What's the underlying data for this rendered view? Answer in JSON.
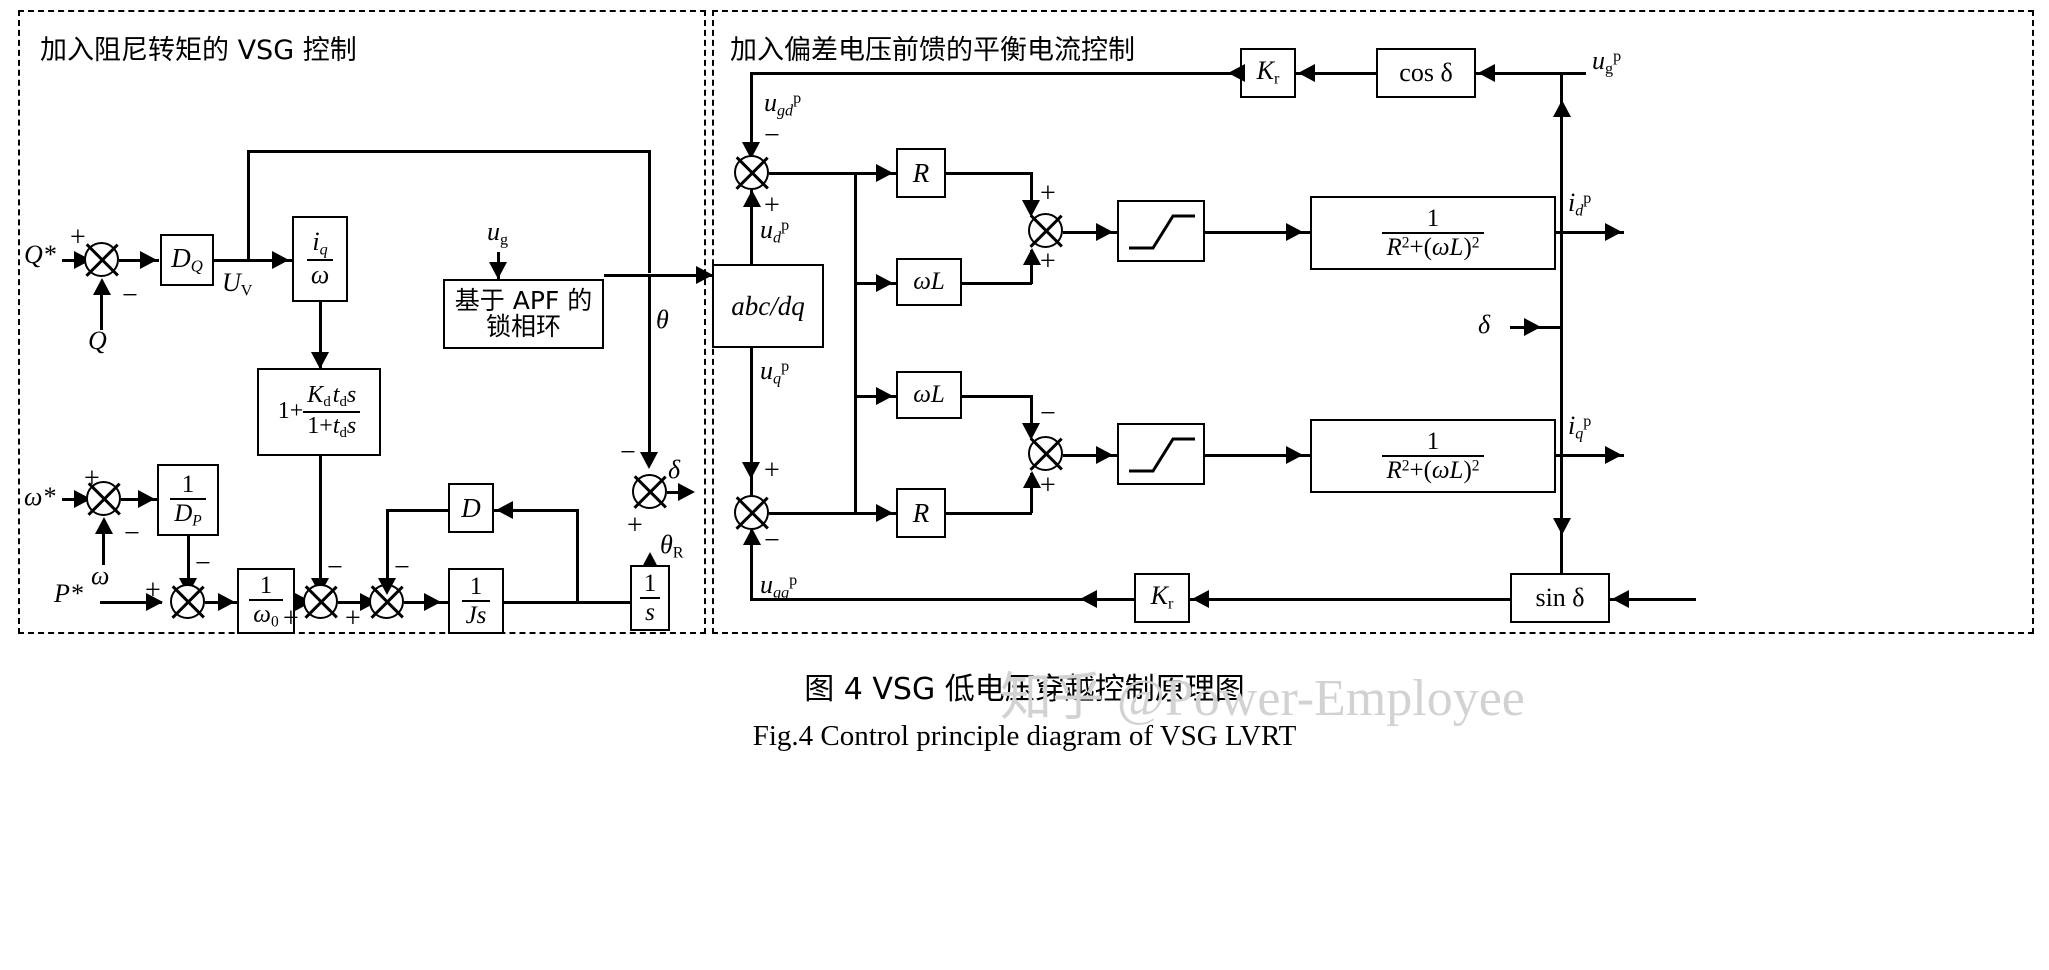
{
  "figure": {
    "caption_cn": "图 4   VSG 低电压穿越控制原理图",
    "caption_en": "Fig.4   Control principle diagram of VSG LVRT",
    "watermark": "知乎 @Power-Employee"
  },
  "panels": {
    "left": {
      "title": "加入阻尼转矩的 VSG 控制"
    },
    "right": {
      "title": "加入偏差电压前馈的平衡电流控制"
    }
  },
  "left_panel": {
    "signals": {
      "q_ref": "Q*",
      "q_fb": "Q",
      "uv": "U",
      "uv_sub": "V",
      "ug": "u",
      "ug_sub": "g",
      "theta": "θ",
      "delta": "δ",
      "theta_r": "θ",
      "theta_r_sub": "R",
      "omega_ref": "ω*",
      "omega_fb": "ω",
      "p_ref": "P*"
    },
    "blocks": {
      "dq": "D",
      "dq_sub": "Q",
      "iq_over_omega_num": "i",
      "iq_over_omega_num_sub": "q",
      "iq_over_omega_den": "ω",
      "damping_lead": "1+",
      "damping_num": "K<sub>d</sub> t<sub>d</sub> s",
      "damping_den": "1+t<sub>d</sub> s",
      "pll_line1": "基于 APF 的",
      "pll_line2": "锁相环",
      "inv_dp_num": "1",
      "inv_dp_den": "D",
      "inv_dp_den_sub": "P",
      "inv_w0_num": "1",
      "inv_w0_den": "ω",
      "inv_w0_den_sub": "0",
      "d_gain": "D",
      "inv_js_num": "1",
      "inv_js_den": "Js",
      "integrator_num": "1",
      "integrator_den": "s"
    },
    "signs": {
      "plus": "+",
      "minus": "−"
    }
  },
  "right_panel": {
    "signals": {
      "ugd": "u",
      "ugd_sub": "gd",
      "ugd_sup": "p",
      "ud": "u",
      "ud_sub": "d",
      "ud_sup": "p",
      "uq": "u",
      "uq_sub": "q",
      "uq_sup": "p",
      "ugq": "u",
      "ugq_sub": "gq",
      "ugq_sup": "p",
      "ugp": "u",
      "ugp_sub": "g",
      "ugp_sup": "p",
      "idp": "i",
      "idp_sub": "d",
      "idp_sup": "p",
      "iqp": "i",
      "iqp_sub": "q",
      "iqp_sup": "p",
      "delta": "δ"
    },
    "blocks": {
      "abc_dq": "abc/dq",
      "r_gain": "R",
      "wl_gain": "ωL",
      "kr_gain": "K",
      "kr_gain_sub": "r",
      "cos_delta": "cos δ",
      "sin_delta": "sin δ",
      "imp_num": "1",
      "imp_den": "R<sup>2</sup>+(ωL)<sup>2</sup>"
    },
    "signs": {
      "plus": "+",
      "minus": "−"
    }
  }
}
